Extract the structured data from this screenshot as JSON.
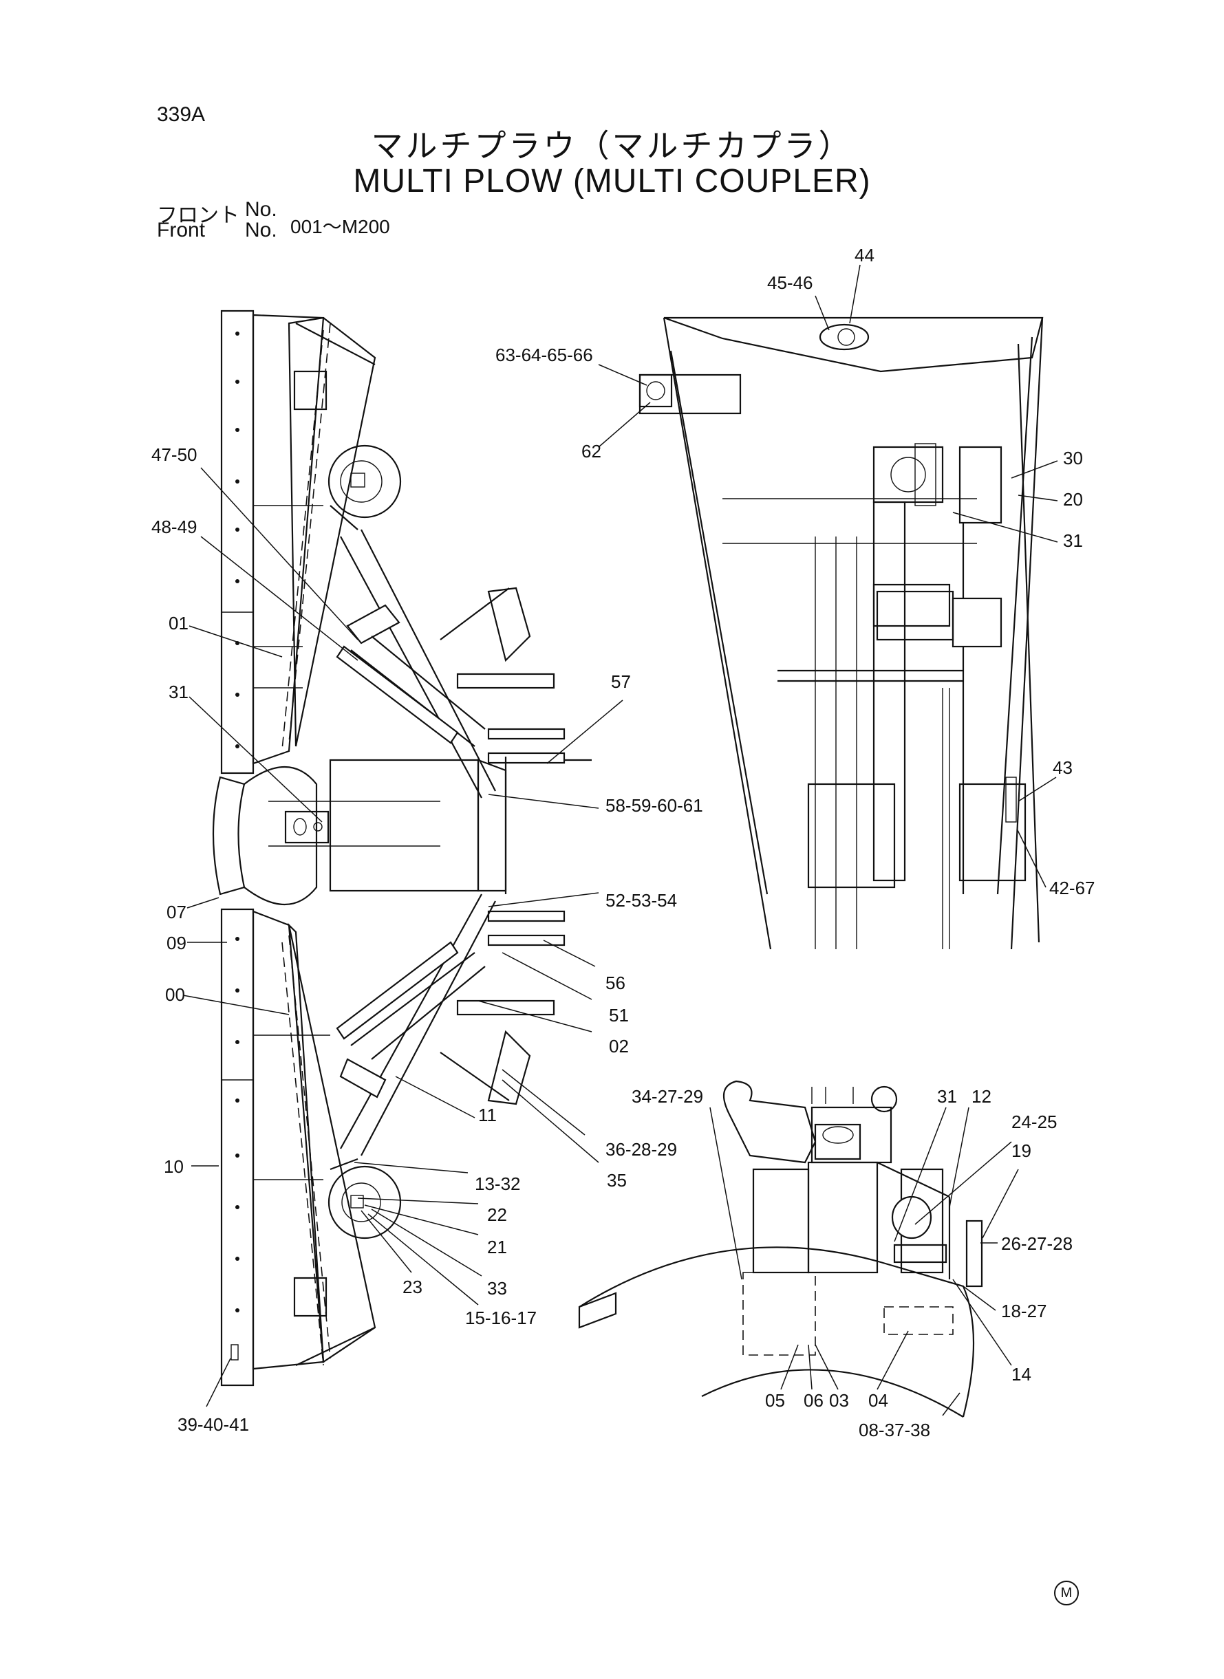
{
  "page": {
    "number": "339A",
    "title_jp": "マルチプラウ（マルチカプラ）",
    "title_en": "MULTI PLOW (MULTI COUPLER)",
    "front_label_jp": "フロント",
    "front_label_en": "Front",
    "no_label": "No.",
    "front_range": "001～M200",
    "footer_mark": "M"
  },
  "left_view_labels": {
    "l_47_50": "47-50",
    "l_48_49": "48-49",
    "l_01": "01",
    "l_31": "31",
    "l_07": "07",
    "l_09": "09",
    "l_00": "00",
    "l_10": "10",
    "l_39_40_41": "39-40-41",
    "l_57": "57",
    "l_63_64_65_66": "63-64-65-66",
    "l_62": "62",
    "l_58_59_60_61": "58-59-60-61",
    "l_52_53_54": "52-53-54",
    "l_56": "56",
    "l_51": "51",
    "l_02": "02",
    "l_11": "11",
    "l_36_28_29": "36-28-29",
    "l_35": "35",
    "l_13_32": "13-32",
    "l_22": "22",
    "l_21": "21",
    "l_33": "33",
    "l_23": "23",
    "l_15_16_17": "15-16-17"
  },
  "right_view_labels": {
    "r_44": "44",
    "r_45_46": "45-46",
    "r_30": "30",
    "r_20": "20",
    "r_31": "31",
    "r_43": "43",
    "r_42_67": "42-67"
  },
  "coupler_view_labels": {
    "c_34_27_29": "34-27-29",
    "c_31": "31",
    "c_12": "12",
    "c_24_25": "24-25",
    "c_19": "19",
    "c_26_27_28": "26-27-28",
    "c_18_27": "18-27",
    "c_14": "14",
    "c_05": "05",
    "c_06": "06",
    "c_03": "03",
    "c_04": "04",
    "c_08_37_38": "08-37-38"
  }
}
